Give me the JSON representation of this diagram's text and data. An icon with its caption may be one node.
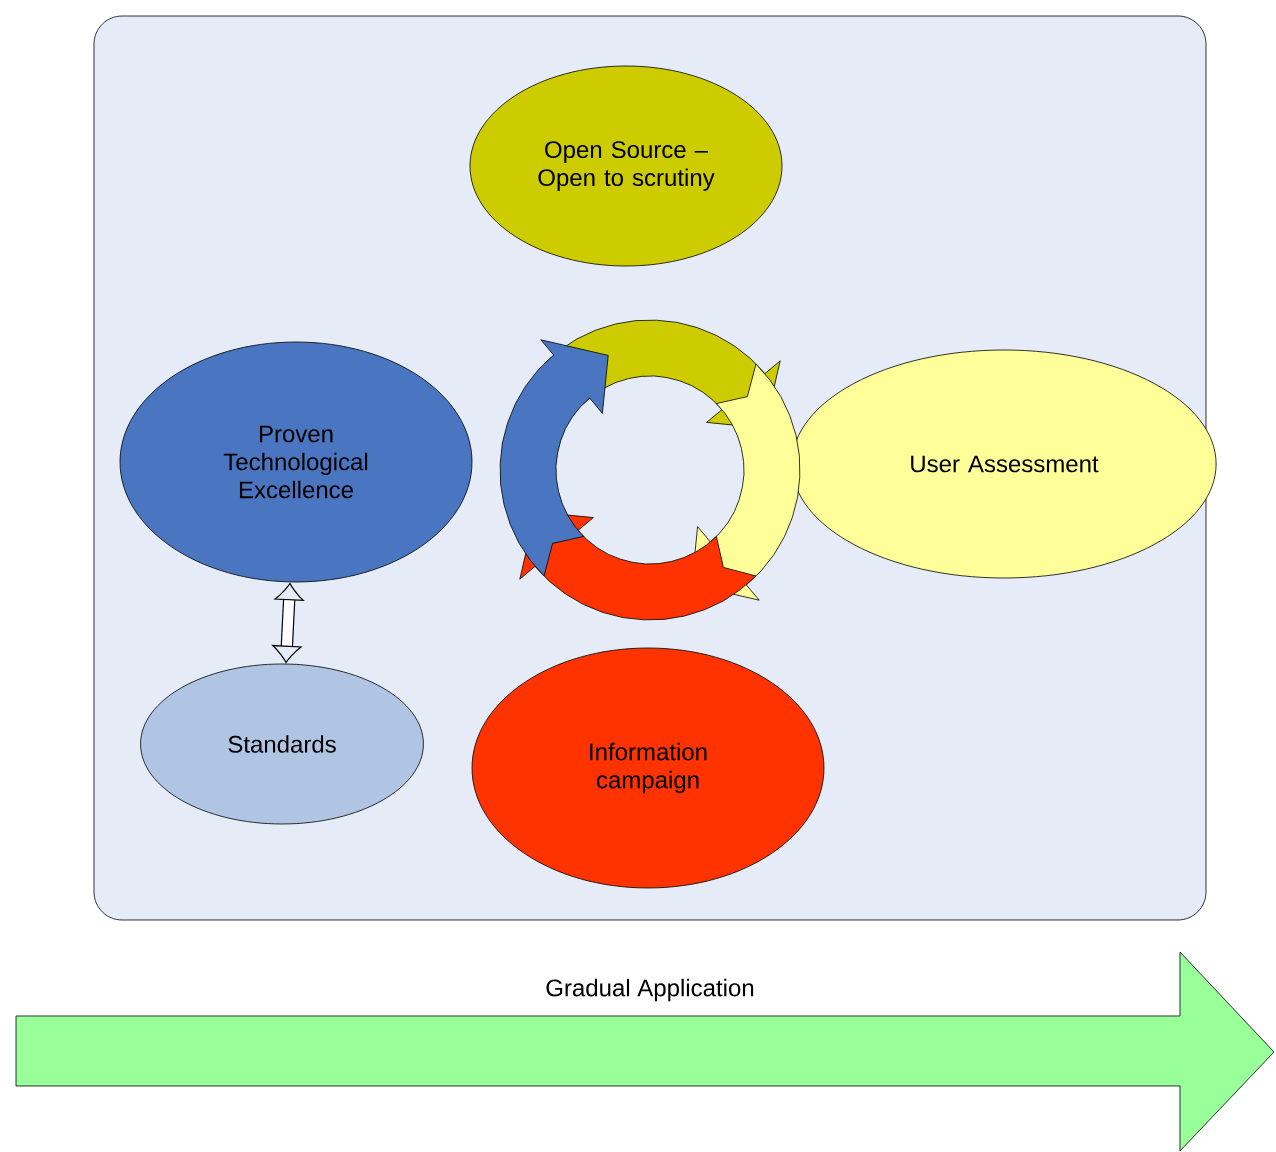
{
  "diagram": {
    "nodes": [
      {
        "text": [],
        "shape": "box"
      },
      {
        "text": [
          "Open Source – Open to scrutiny"
        ],
        "in": 0
      },
      {
        "text": [
          "Proven Technological Excellence"
        ],
        "in": 0
      },
      {
        "text": [
          "User Assessment"
        ],
        "in": 0
      },
      {
        "text": [
          "Standards"
        ],
        "in": 0
      },
      {
        "text": [
          "Information campaign"
        ],
        "in": 0
      },
      {
        "text": [
          "Gradual Application"
        ]
      }
    ],
    "edges": [
      {
        "from": 2,
        "to": 4,
        "arrow": "both"
      }
    ]
  }
}
